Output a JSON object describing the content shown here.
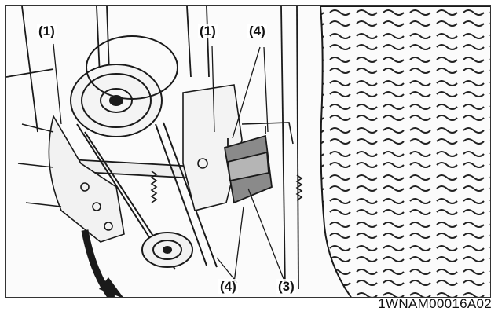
{
  "figure": {
    "code": "1WNAM00016A02",
    "callouts": [
      {
        "id": "c1-left",
        "text": "(1)"
      },
      {
        "id": "c1-mid",
        "text": "(1)"
      },
      {
        "id": "c4-top",
        "text": "(4)"
      },
      {
        "id": "c4-bottom",
        "text": "(4)"
      },
      {
        "id": "c3-bottom",
        "text": "(3)"
      }
    ],
    "colors": {
      "line": "#1a1a1a",
      "highlight_part": "#8a8a8a",
      "background": "#fbfbfb"
    }
  }
}
